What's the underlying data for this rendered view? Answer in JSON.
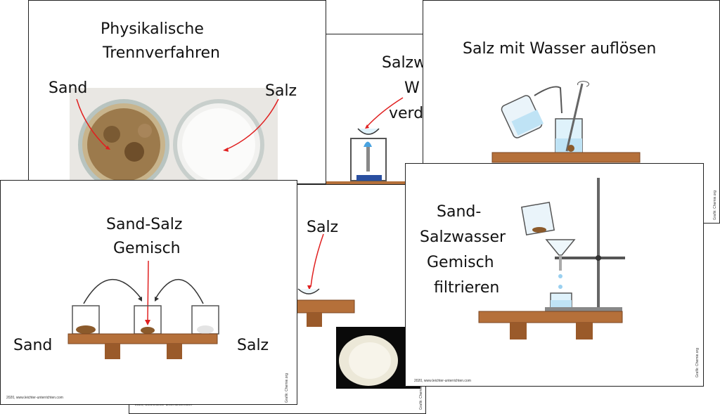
{
  "colors": {
    "shelf": "#b5703a",
    "shelf_dark": "#7a4520",
    "arrow_red": "#e02020",
    "sand": "#8b5a2b",
    "water": "#bfe3f5",
    "burner_blue": "#2a4fa0",
    "photo_bg": "#0a0a0a"
  },
  "slide_title": {
    "title_line1": "Physikalische",
    "title_line2": "Trennverfahren",
    "label_sand": "Sand",
    "label_salz": "Salz"
  },
  "slide_evaporate": {
    "text_line1": "Salzw",
    "text_line2": "W",
    "text_line3": "verd"
  },
  "slide_dissolve": {
    "title": "Salz mit Wasser auflösen",
    "credit": "Grafik: Chemie.org"
  },
  "slide_mixture": {
    "title_line1": "Sand-Salz",
    "title_line2": "Gemisch",
    "label_sand": "Sand",
    "label_salz": "Salz",
    "footer": "2020, www.leichter-unterrichten.com",
    "credit": "Grafik: Chemie.org"
  },
  "slide_salt_dish": {
    "label_salz": "Salz",
    "footer": "2020, www.leichter-unterrichten.com",
    "credit": "Grafik: Chemie.org"
  },
  "slide_filter": {
    "title_line1": "Sand-",
    "title_line2": "Salzwasser",
    "title_line3": "Gemisch",
    "title_line4": "filtrieren",
    "footer": "2020, www.leichter-unterrichten.com",
    "credit": "Grafik: Chemie.org"
  }
}
